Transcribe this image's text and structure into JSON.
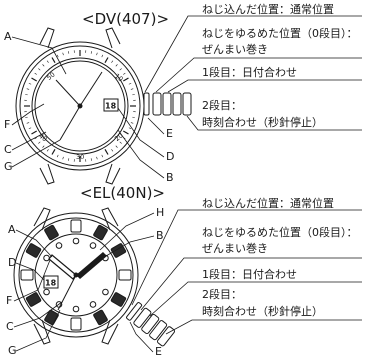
{
  "diagrams": [
    {
      "title": "<DV(407)>",
      "callouts": [
        "A",
        "B",
        "C",
        "D",
        "E",
        "F",
        "G"
      ],
      "bezel_numbers": [
        "50",
        "10",
        "20",
        "30",
        "40"
      ],
      "date": "18",
      "positions": [
        {
          "text": "ねじ込んだ位置：通常位置"
        },
        {
          "text": "ねじをゆるめた位置（0段目）：",
          "sub": "ぜんまい巻き"
        },
        {
          "text": "1段目：日付合わせ"
        },
        {
          "text": "2段目：",
          "sub": "時刻合わせ（秒針停止）"
        }
      ]
    },
    {
      "title": "<EL(40N)>",
      "callouts": [
        "A",
        "B",
        "C",
        "D",
        "E",
        "F",
        "G",
        "H"
      ],
      "date": "18",
      "positions": [
        {
          "text": "ねじ込んだ位置：通常位置"
        },
        {
          "text": "ねじをゆるめた位置（0段目）：",
          "sub": "ぜんまい巻き"
        },
        {
          "text": "1段目：日付合わせ"
        },
        {
          "text": "2段目：",
          "sub": "時刻合わせ（秒針停止）"
        }
      ]
    }
  ]
}
